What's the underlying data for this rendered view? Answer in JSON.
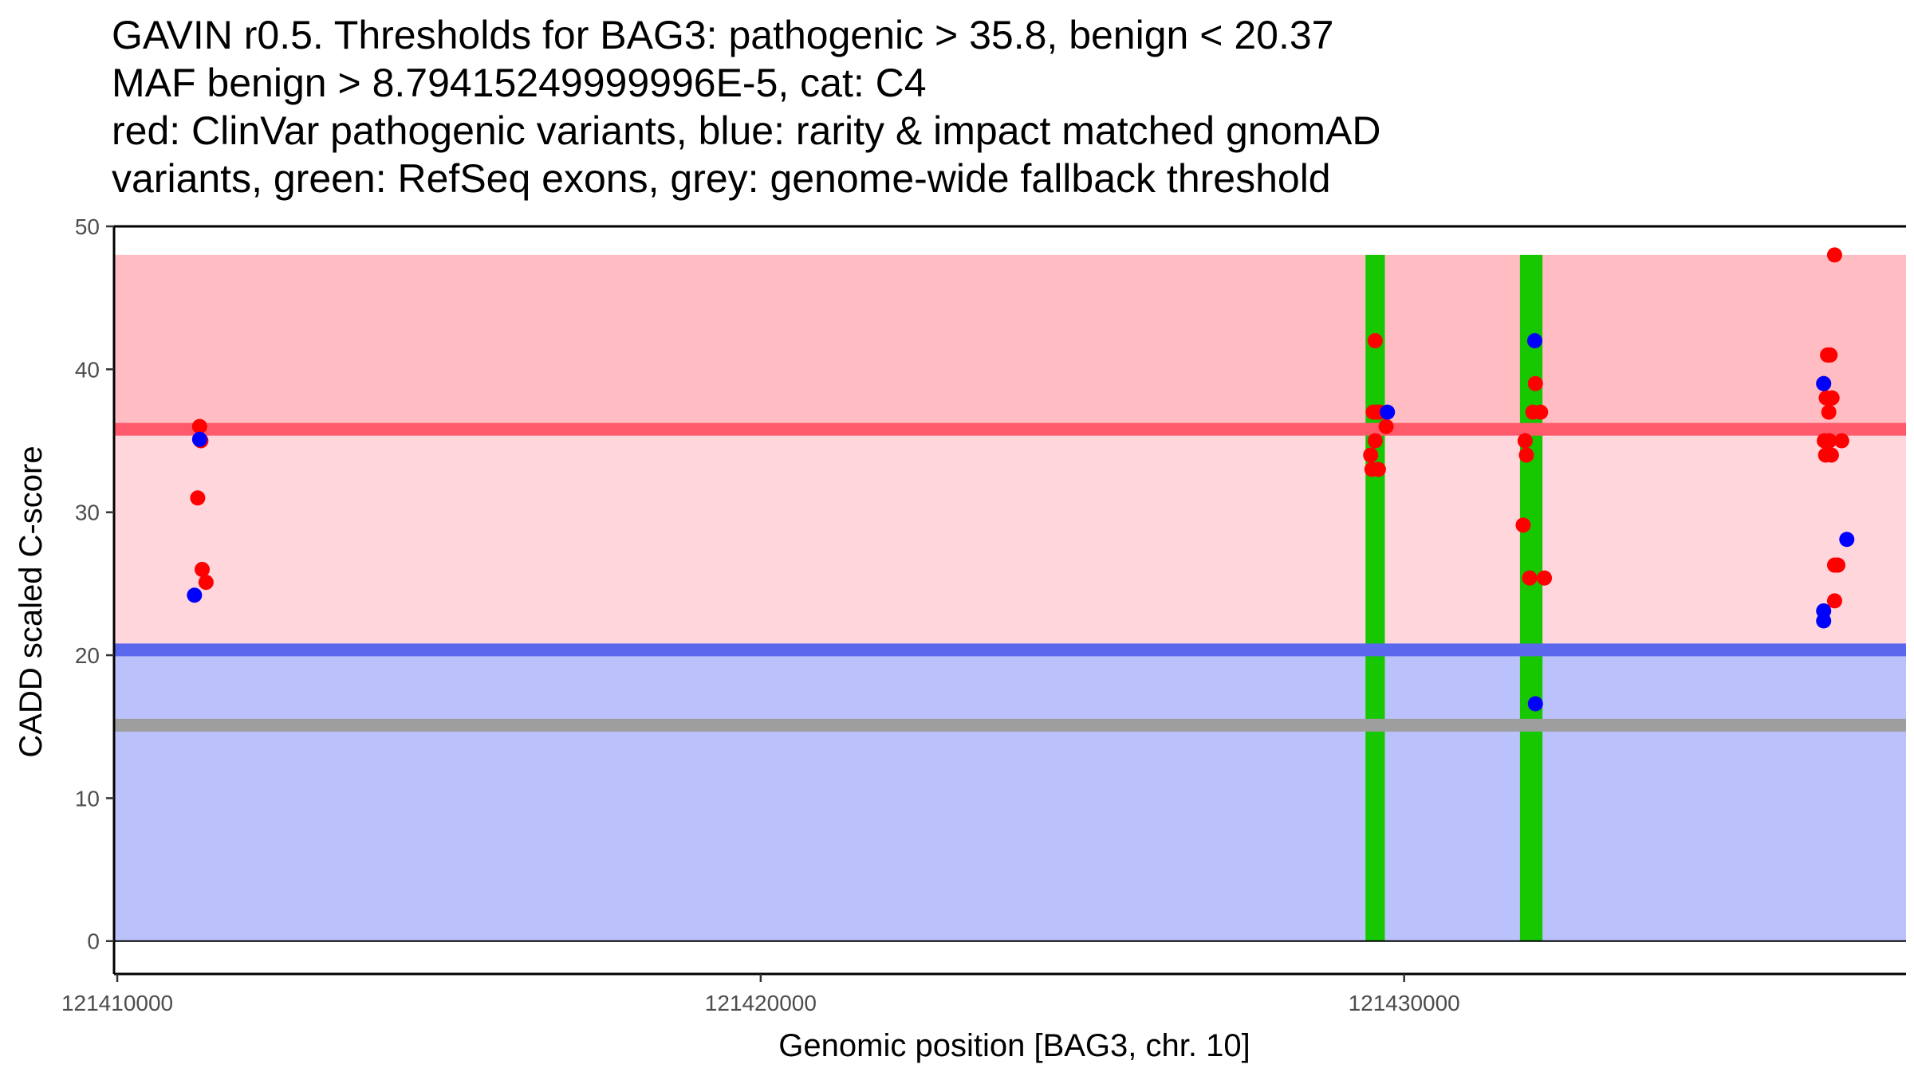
{
  "chart_data": {
    "type": "scatter",
    "title_lines": [
      "GAVIN r0.5. Thresholds for BAG3: pathogenic > 35.8, benign < 20.37",
      "MAF benign > 8.79415249999996E-5, cat: C4",
      "red: ClinVar pathogenic variants, blue: rarity & impact matched gnomAD",
      "variants, green: RefSeq exons, grey: genome-wide fallback threshold"
    ],
    "xlabel": "Genomic position [BAG3, chr. 10]",
    "ylabel": "CADD scaled C-score",
    "xlim": [
      121409950,
      121437800
    ],
    "ylim": [
      -2.3,
      50
    ],
    "x_ticks": [
      121410000,
      121420000,
      121430000
    ],
    "y_ticks": [
      0,
      10,
      20,
      30,
      40,
      50
    ],
    "thresholds": {
      "pathogenic": 35.8,
      "benign": 20.37,
      "fallback": 15.1,
      "top": 48
    },
    "exons": [
      {
        "start": 121429400,
        "end": 121429700
      },
      {
        "start": 121431800,
        "end": 121432150
      }
    ],
    "colors": {
      "pathogenic_zone": "#ffbcc2",
      "mid_zone": "#ffd6dc",
      "benign_zone": "#bbc1fb",
      "pathogenic_line": "#ff5a6b",
      "benign_line": "#5a68ee",
      "fallback_line": "#9e9e9e",
      "exon": "#17c700",
      "clinvar": "#ff0000",
      "gnomad": "#0000ff"
    },
    "series": [
      {
        "name": "ClinVar pathogenic",
        "points": [
          [
            121411280,
            36
          ],
          [
            121411300,
            35
          ],
          [
            121411250,
            31
          ],
          [
            121411320,
            26
          ],
          [
            121411380,
            25.1
          ],
          [
            121429550,
            42
          ],
          [
            121429520,
            37
          ],
          [
            121429620,
            37
          ],
          [
            121429570,
            37
          ],
          [
            121429720,
            36
          ],
          [
            121429550,
            35
          ],
          [
            121429480,
            34
          ],
          [
            121429500,
            33
          ],
          [
            121429600,
            33
          ],
          [
            121432040,
            39
          ],
          [
            121432000,
            37
          ],
          [
            121432120,
            37
          ],
          [
            121431880,
            35
          ],
          [
            121431900,
            34
          ],
          [
            121431850,
            29.1
          ],
          [
            121431950,
            25.4
          ],
          [
            121432180,
            25.4
          ],
          [
            121436690,
            48
          ],
          [
            121436580,
            41
          ],
          [
            121436620,
            41
          ],
          [
            121436520,
            39
          ],
          [
            121436650,
            38
          ],
          [
            121436560,
            38
          ],
          [
            121436600,
            37
          ],
          [
            121436530,
            35
          ],
          [
            121436610,
            35
          ],
          [
            121436800,
            35
          ],
          [
            121436550,
            34
          ],
          [
            121436640,
            34
          ],
          [
            121436690,
            26.3
          ],
          [
            121436740,
            26.3
          ],
          [
            121436690,
            23.8
          ]
        ]
      },
      {
        "name": "gnomAD matched",
        "points": [
          [
            121411280,
            35.1
          ],
          [
            121411200,
            24.2
          ],
          [
            121429740,
            37
          ],
          [
            121432030,
            42
          ],
          [
            121432040,
            16.6
          ],
          [
            121436520,
            39
          ],
          [
            121436880,
            28.1
          ],
          [
            121436520,
            23.1
          ],
          [
            121436520,
            22.4
          ]
        ]
      }
    ]
  }
}
